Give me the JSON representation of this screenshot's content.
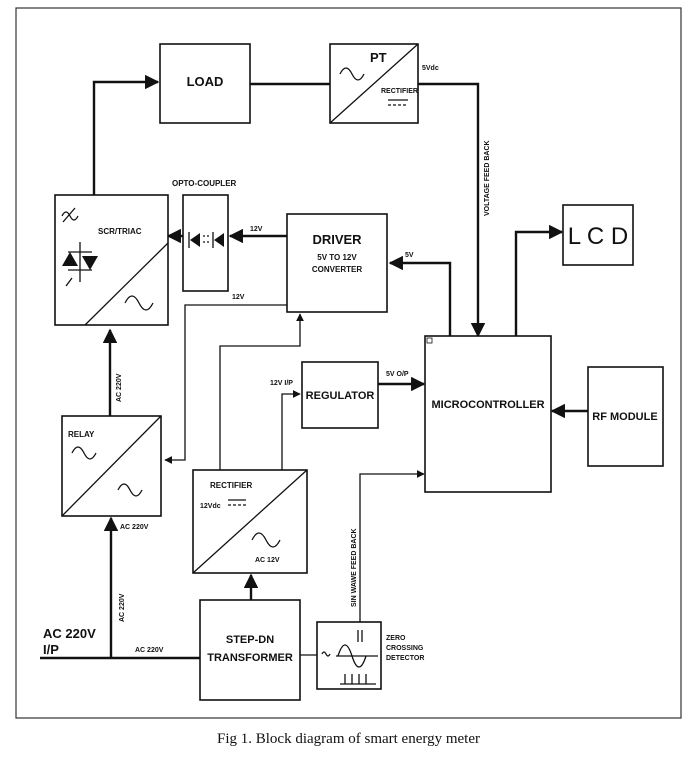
{
  "caption": "Fig 1. Block diagram of smart energy meter",
  "blocks": {
    "load": "LOAD",
    "pt": "PT",
    "pt_rectifier": "RECTIFIER",
    "lcd": "L C D",
    "opto_coupler": "OPTO-COUPLER",
    "scr_triac": "SCR/TRIAC",
    "driver_line1": "DRIVER",
    "driver_line2": "5V TO 12V",
    "driver_line3": "CONVERTER",
    "regulator": "REGULATOR",
    "microcontroller": "MICROCONTROLLER",
    "rf_module": "RF MODULE",
    "relay": "RELAY",
    "rectifier": "RECTIFIER",
    "step_dn_line1": "STEP-DN",
    "step_dn_line2": "TRANSFORMER",
    "zcd_line1": "ZERO",
    "zcd_line2": "CROSSING",
    "zcd_line3": "DETECTOR"
  },
  "labels": {
    "pt_5vdc": "5Vdc",
    "voltage_feedback": "VOLTAGE FEED BACK",
    "driver_5v": "5V",
    "opto_12v": "12V",
    "driver_12v_in": "12V",
    "relay_ac220v_up": "AC 220V",
    "regulator_12v_ip": "12V I/P",
    "regulator_5v_op": "5V O/P",
    "relay_ac220v_in": "AC 220V",
    "rectifier_12vdc": "12Vdc",
    "rectifier_ac12v": "AC 12V",
    "vertical_ac220v": "AC 220V",
    "input_line1": "AC 220V",
    "input_line2": "I/P",
    "input_wire_ac220v": "AC 220V",
    "sine_feedback": "SIN WAWE FEED BACK"
  }
}
